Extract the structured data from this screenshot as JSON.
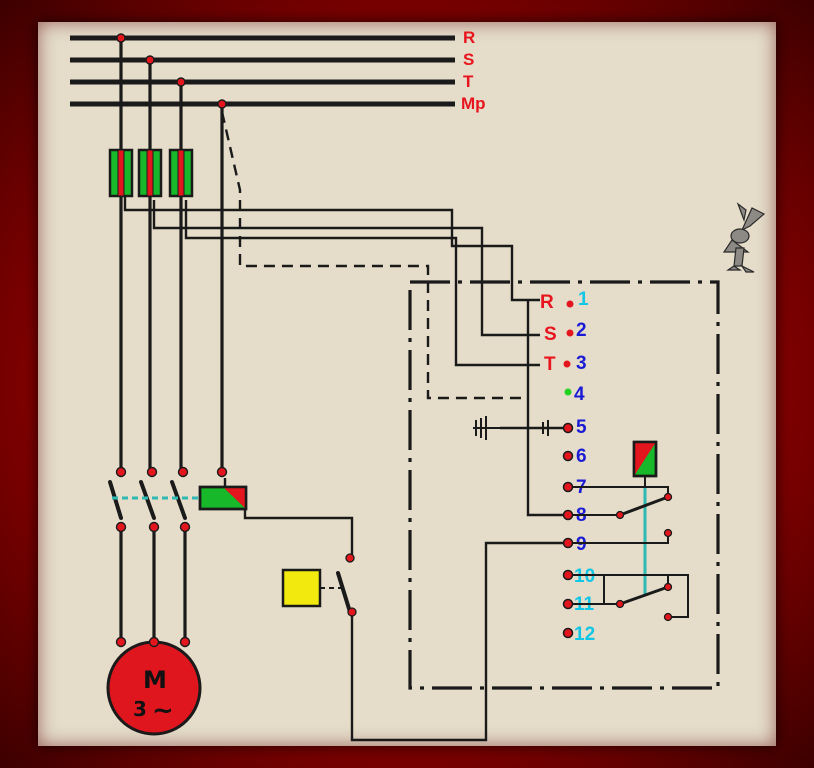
{
  "busbars": {
    "labels": [
      "R",
      "S",
      "T",
      "Mp"
    ]
  },
  "terminals": {
    "phase_labels": [
      "R",
      "S",
      "T"
    ],
    "numbers": [
      "1",
      "2",
      "3",
      "4",
      "5",
      "6",
      "7",
      "8",
      "9",
      "10",
      "11",
      "12"
    ]
  },
  "motor": {
    "line1": "M",
    "line2": "3",
    "symbol": "~"
  },
  "colors": {
    "frame": "#8a0000",
    "panel": "#e5dcc9",
    "wire": "#1a1a1a",
    "label_red": "#e8141e",
    "label_blue": "#1b1bd6",
    "label_cyan": "#12c6e6",
    "fuse_green": "#17b82a",
    "fuse_red": "#e3161e",
    "motor": "#e0161e",
    "relay_yellow": "#f2ea0e",
    "mechanical_link": "#2fb9b3",
    "earth_dot": "#22d322"
  },
  "icons": [
    "cartoon-coyote-icon",
    "earth-ground-icon"
  ]
}
